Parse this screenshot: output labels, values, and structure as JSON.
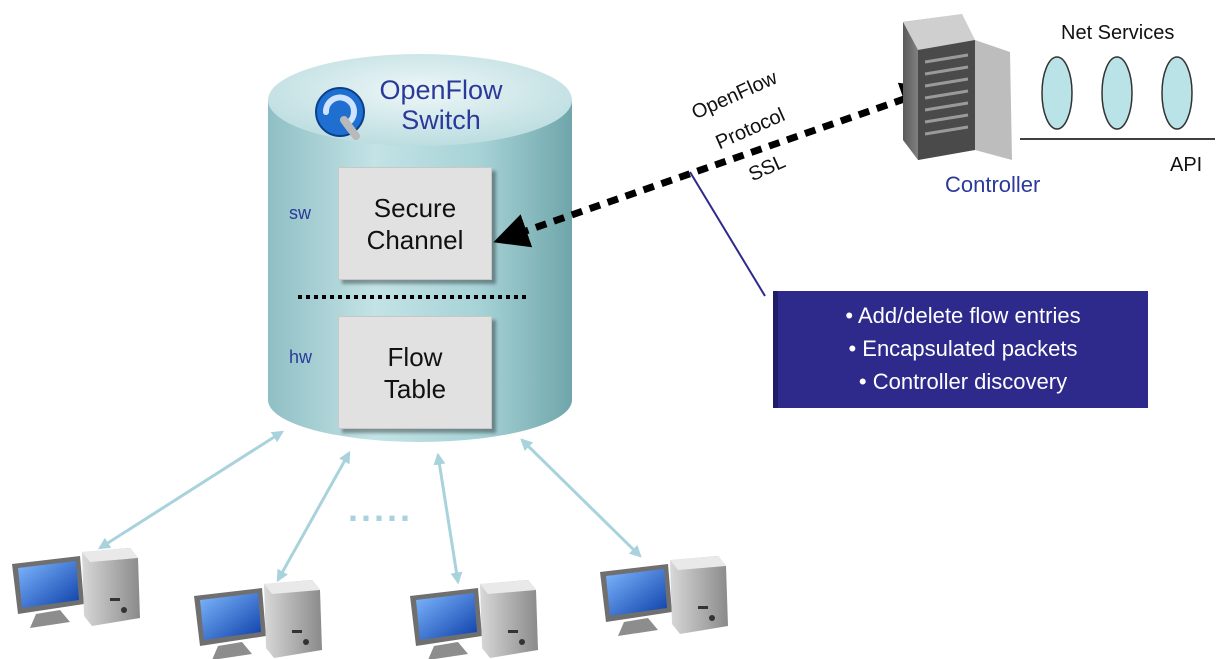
{
  "switch": {
    "title_line1": "OpenFlow",
    "title_line2": "Switch",
    "sw_tag": "sw",
    "hw_tag": "hw",
    "secure_channel": "Secure\nChannel",
    "flow_table": "Flow\nTable"
  },
  "protocol": {
    "line1": "OpenFlow",
    "line2": "Protocol",
    "line3": "SSL"
  },
  "info_box": {
    "items": [
      "• Add/delete flow entries",
      "• Encapsulated packets",
      "• Controller discovery"
    ]
  },
  "controller": {
    "label": "Controller",
    "net_services": "Net Services",
    "api": "API"
  },
  "hosts_ellipsis": ".....",
  "colors": {
    "switch_body": "#a6d2d6",
    "accent_blue": "#2b3a9a",
    "info_bg": "#2e2a8c",
    "link_arrow": "#a9d3dc",
    "service_oval": "#b9e3e6"
  },
  "icons": [
    "openflow-logo-icon",
    "server-icon",
    "desktop-computer-icon"
  ]
}
